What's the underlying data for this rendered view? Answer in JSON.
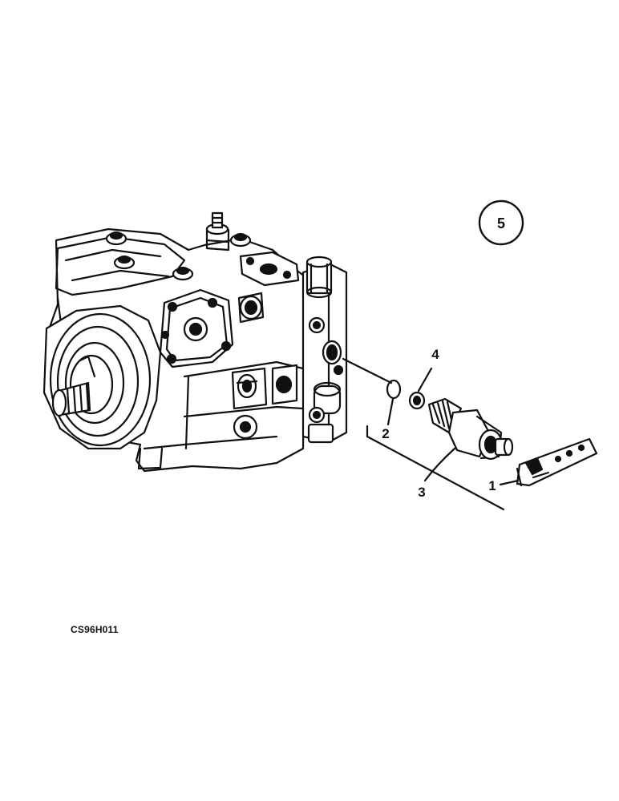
{
  "figure": {
    "group_number": "5",
    "image_code": "CS96H011",
    "callouts": [
      {
        "id": "c1",
        "label": "1"
      },
      {
        "id": "c2",
        "label": "2"
      },
      {
        "id": "c3",
        "label": "3"
      },
      {
        "id": "c4",
        "label": "4"
      }
    ]
  },
  "colors": {
    "ink": "#111111",
    "paper": "#ffffff"
  }
}
